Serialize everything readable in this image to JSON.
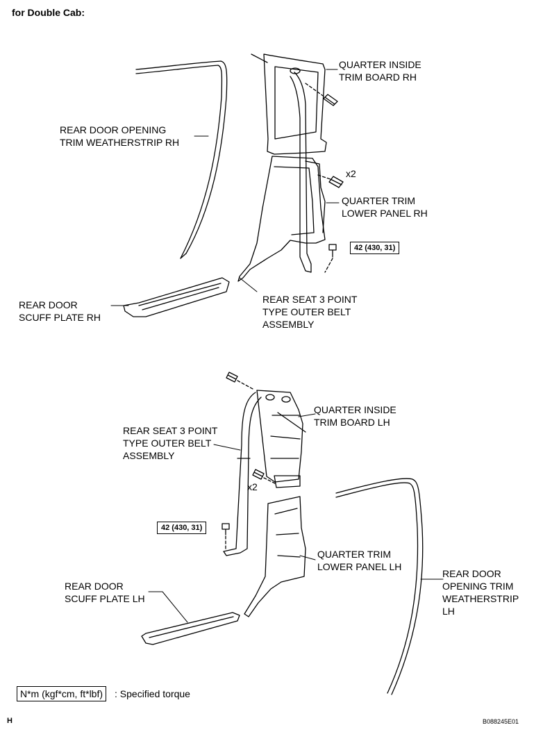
{
  "header": {
    "title": "for Double Cab:"
  },
  "upper_labels": {
    "quarter_inside_rh": "QUARTER INSIDE\nTRIM BOARD RH",
    "weatherstrip_rh": "REAR DOOR OPENING\nTRIM WEATHERSTRIP RH",
    "x2_upper": "x2",
    "quarter_lower_rh": "QUARTER TRIM\nLOWER PANEL RH",
    "torque_upper": "42 (430, 31)",
    "scuff_rh": "REAR DOOR\nSCUFF PLATE RH",
    "belt_upper": "REAR SEAT 3 POINT\nTYPE OUTER BELT\nASSEMBLY"
  },
  "lower_labels": {
    "quarter_inside_lh": "QUARTER INSIDE\nTRIM BOARD LH",
    "belt_lower": "REAR SEAT 3 POINT\nTYPE OUTER BELT\nASSEMBLY",
    "x2_lower": "x2",
    "torque_lower": "42 (430, 31)",
    "quarter_lower_lh": "QUARTER TRIM\nLOWER PANEL LH",
    "weatherstrip_lh": "REAR DOOR\nOPENING TRIM\nWEATHERSTRIP\nLH",
    "scuff_lh": "REAR DOOR\nSCUFF PLATE LH"
  },
  "legend": {
    "unit": "N*m (kgf*cm, ft*lbf)",
    "description": ": Specified torque"
  },
  "footer": {
    "corner": "H",
    "code": "B088245E01"
  }
}
